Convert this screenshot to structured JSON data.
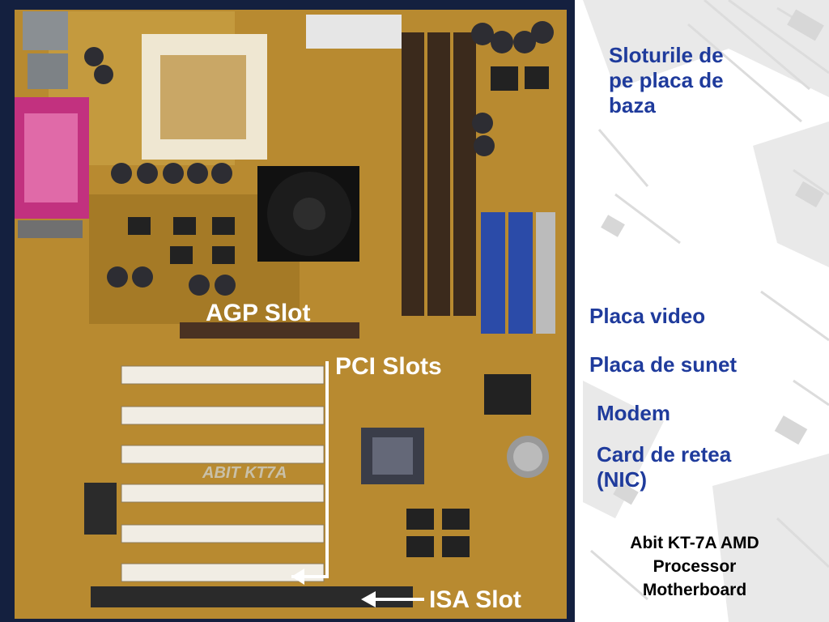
{
  "slide": {
    "heading": "Sloturile de\npe placa de\nbaza",
    "items": [
      "Placa video",
      "Placa de sunet",
      "Modem",
      "Card de retea\n(NIC)"
    ],
    "caption": "Abit KT-7A AMD\nProcessor\nMotherboard"
  },
  "photo": {
    "callouts": {
      "agp": "AGP Slot",
      "pci": "PCI Slots",
      "isa": "ISA Slot"
    },
    "board_mark": "ABIT KT7A"
  },
  "colors": {
    "label": "#1f3b9c",
    "caption": "#000000",
    "pcb": "#b88a30",
    "frame": "#14203f"
  }
}
